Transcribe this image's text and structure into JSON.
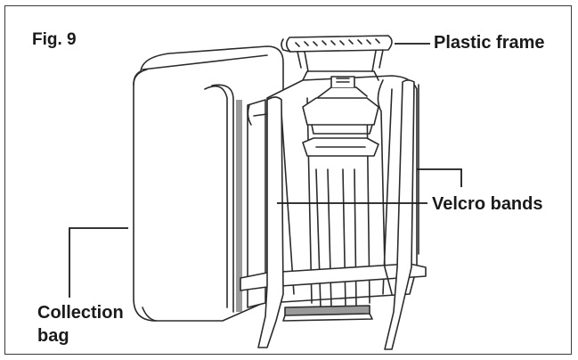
{
  "figure": {
    "fig_label": "Fig. 9",
    "labels": {
      "plastic_frame": "Plastic frame",
      "velcro_bands": "Velcro bands",
      "collection_line1": "Collection",
      "collection_line2": "bag"
    }
  },
  "colors": {
    "line": "#2b2b2b",
    "fill": "#ffffff",
    "shade": "#9a9a9a",
    "border": "#3a3a3a"
  }
}
